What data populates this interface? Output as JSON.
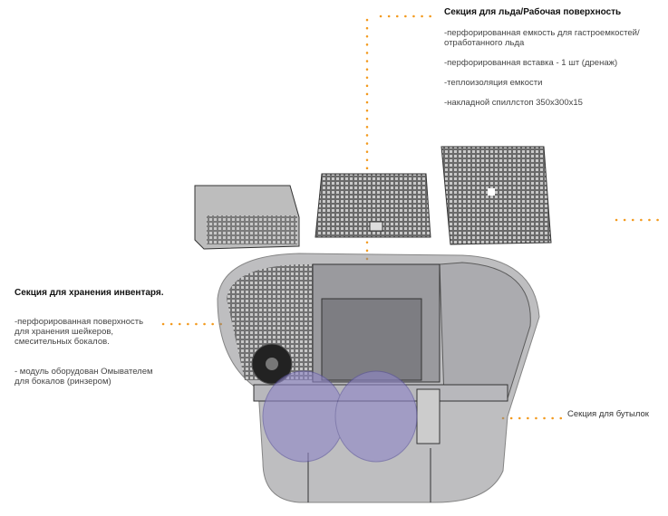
{
  "ice_section": {
    "title": "Секция для льда/Рабочая поверхность",
    "items": [
      "-перфорированная емкость для гастроемкостей/",
      "отработанного льда",
      "-перфорированная вставка - 1 шт (дренаж)",
      "-теплоизоляция емкости",
      "-накладной спиллстоп 350x300x15"
    ]
  },
  "storage_section": {
    "title": "Секция для хранения инвентаря.",
    "items": [
      "-перфорированная поверхность",
      "для хранения шейкеров,",
      "смесительных бокалов.",
      "- модуль оборудован Омывателем",
      "для бокалов (ринзером)"
    ]
  },
  "bottle_section": {
    "title": "Секция для бутылок"
  },
  "colors": {
    "leader": "#f39a1e",
    "body": "#6f6f74",
    "bottle": "#8f86c8"
  }
}
